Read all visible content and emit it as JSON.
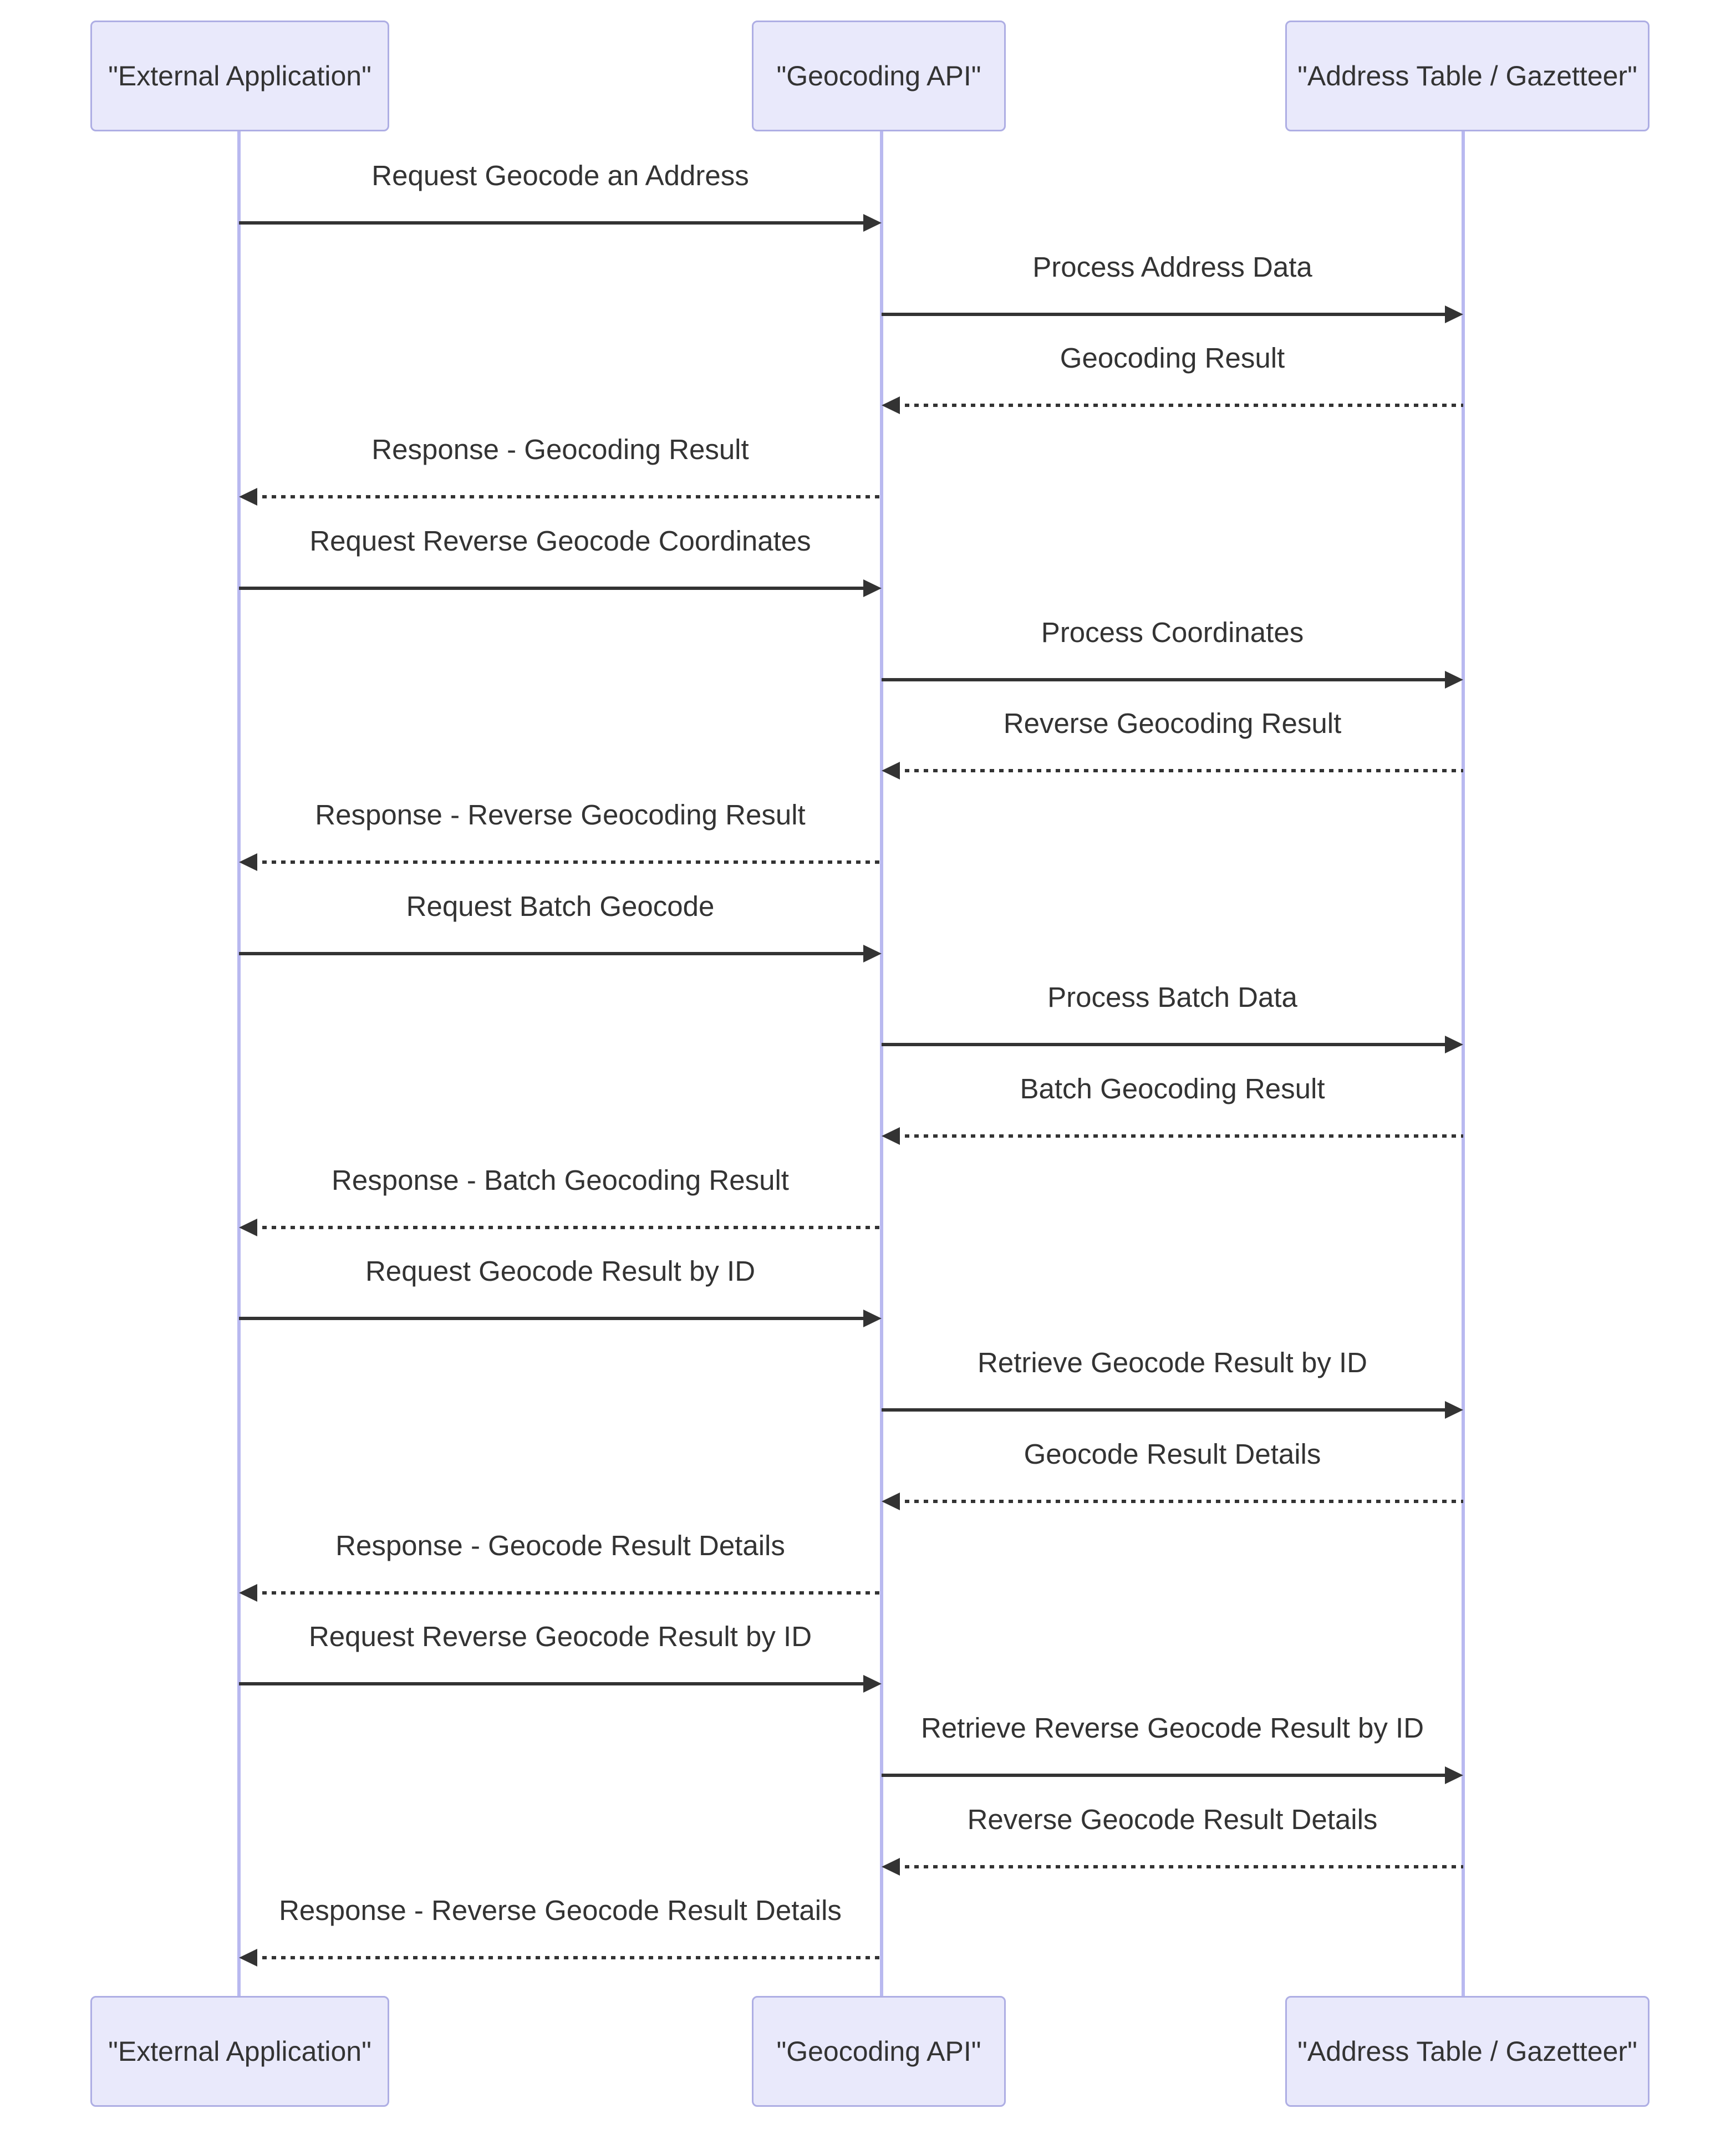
{
  "diagram": {
    "type": "sequence-diagram",
    "colors": {
      "background": "#ffffff",
      "actor_fill": "#e9e9fb",
      "actor_border": "#aeaee4",
      "lifeline": "#b9b9f0",
      "arrow": "#333333",
      "text": "#333333"
    },
    "actors": [
      {
        "id": "external_app",
        "label": "\"External Application\""
      },
      {
        "id": "geocoding_api",
        "label": "\"Geocoding API\""
      },
      {
        "id": "address_table",
        "label": "\"Address Table / Gazetteer\""
      }
    ],
    "messages": [
      {
        "from": "external_app",
        "to": "geocoding_api",
        "style": "solid",
        "label": "Request Geocode an Address"
      },
      {
        "from": "geocoding_api",
        "to": "address_table",
        "style": "solid",
        "label": "Process Address Data"
      },
      {
        "from": "address_table",
        "to": "geocoding_api",
        "style": "dashed",
        "label": "Geocoding Result"
      },
      {
        "from": "geocoding_api",
        "to": "external_app",
        "style": "dashed",
        "label": "Response - Geocoding Result"
      },
      {
        "from": "external_app",
        "to": "geocoding_api",
        "style": "solid",
        "label": "Request Reverse Geocode Coordinates"
      },
      {
        "from": "geocoding_api",
        "to": "address_table",
        "style": "solid",
        "label": "Process Coordinates"
      },
      {
        "from": "address_table",
        "to": "geocoding_api",
        "style": "dashed",
        "label": "Reverse Geocoding Result"
      },
      {
        "from": "geocoding_api",
        "to": "external_app",
        "style": "dashed",
        "label": "Response - Reverse Geocoding Result"
      },
      {
        "from": "external_app",
        "to": "geocoding_api",
        "style": "solid",
        "label": "Request Batch Geocode"
      },
      {
        "from": "geocoding_api",
        "to": "address_table",
        "style": "solid",
        "label": "Process Batch Data"
      },
      {
        "from": "address_table",
        "to": "geocoding_api",
        "style": "dashed",
        "label": "Batch Geocoding Result"
      },
      {
        "from": "geocoding_api",
        "to": "external_app",
        "style": "dashed",
        "label": "Response - Batch Geocoding Result"
      },
      {
        "from": "external_app",
        "to": "geocoding_api",
        "style": "solid",
        "label": "Request Geocode Result by ID"
      },
      {
        "from": "geocoding_api",
        "to": "address_table",
        "style": "solid",
        "label": "Retrieve Geocode Result by ID"
      },
      {
        "from": "address_table",
        "to": "geocoding_api",
        "style": "dashed",
        "label": "Geocode Result Details"
      },
      {
        "from": "geocoding_api",
        "to": "external_app",
        "style": "dashed",
        "label": "Response - Geocode Result Details"
      },
      {
        "from": "external_app",
        "to": "geocoding_api",
        "style": "solid",
        "label": "Request Reverse Geocode Result by ID"
      },
      {
        "from": "geocoding_api",
        "to": "address_table",
        "style": "solid",
        "label": "Retrieve Reverse Geocode Result by ID"
      },
      {
        "from": "address_table",
        "to": "geocoding_api",
        "style": "dashed",
        "label": "Reverse Geocode Result Details"
      },
      {
        "from": "geocoding_api",
        "to": "external_app",
        "style": "dashed",
        "label": "Response - Reverse Geocode Result Details"
      }
    ]
  }
}
